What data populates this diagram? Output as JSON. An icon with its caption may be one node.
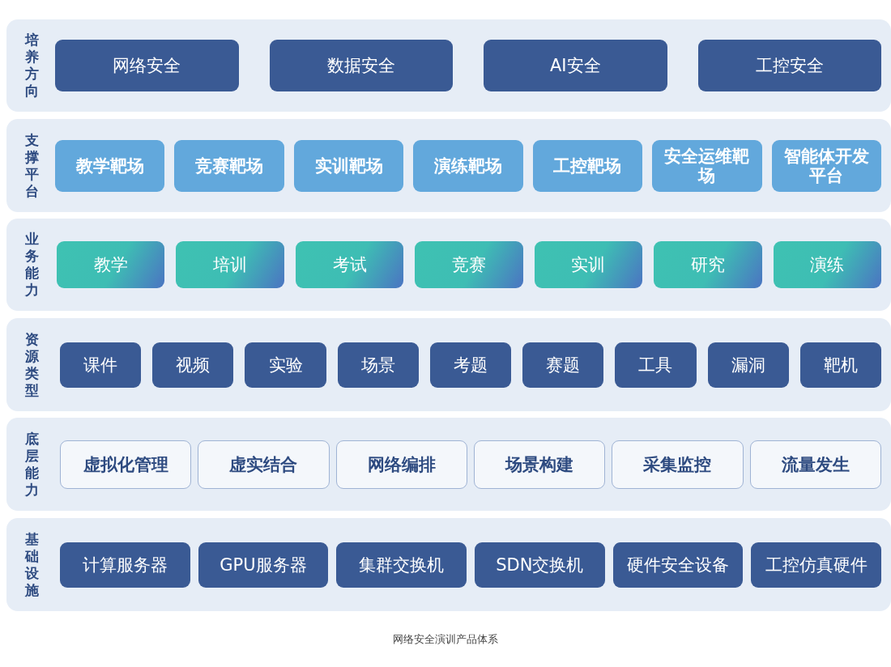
{
  "diagram": {
    "caption": "网络安全演训产品体系",
    "nodes": [
      {
        "text": [
          "培养方向"
        ]
      },
      {
        "text": [
          "网络安全"
        ],
        "in": 0
      },
      {
        "text": [
          "数据安全"
        ],
        "in": 0
      },
      {
        "text": [
          "AI安全"
        ],
        "in": 0
      },
      {
        "text": [
          "工控安全"
        ],
        "in": 0
      },
      {
        "text": [
          "支撑平台"
        ]
      },
      {
        "text": [
          "教学靶场"
        ],
        "in": 5
      },
      {
        "text": [
          "竞赛靶场"
        ],
        "in": 5
      },
      {
        "text": [
          "实训靶场"
        ],
        "in": 5
      },
      {
        "text": [
          "演练靶场"
        ],
        "in": 5
      },
      {
        "text": [
          "工控靶场"
        ],
        "in": 5
      },
      {
        "text": [
          "安全运维靶场"
        ],
        "in": 5
      },
      {
        "text": [
          "智能体开发平台"
        ],
        "in": 5
      },
      {
        "text": [
          "业务能力"
        ]
      },
      {
        "text": [
          "教学"
        ],
        "in": 13
      },
      {
        "text": [
          "培训"
        ],
        "in": 13
      },
      {
        "text": [
          "考试"
        ],
        "in": 13
      },
      {
        "text": [
          "竞赛"
        ],
        "in": 13
      },
      {
        "text": [
          "实训"
        ],
        "in": 13
      },
      {
        "text": [
          "研究"
        ],
        "in": 13
      },
      {
        "text": [
          "演练"
        ],
        "in": 13
      },
      {
        "text": [
          "资源类型"
        ]
      },
      {
        "text": [
          "课件"
        ],
        "in": 21
      },
      {
        "text": [
          "视频"
        ],
        "in": 21
      },
      {
        "text": [
          "实验"
        ],
        "in": 21
      },
      {
        "text": [
          "场景"
        ],
        "in": 21
      },
      {
        "text": [
          "考题"
        ],
        "in": 21
      },
      {
        "text": [
          "赛题"
        ],
        "in": 21
      },
      {
        "text": [
          "工具"
        ],
        "in": 21
      },
      {
        "text": [
          "漏洞"
        ],
        "in": 21
      },
      {
        "text": [
          "靶机"
        ],
        "in": 21
      },
      {
        "text": [
          "底层能力"
        ]
      },
      {
        "text": [
          "虚拟化管理"
        ],
        "in": 31
      },
      {
        "text": [
          "虚实结合"
        ],
        "in": 31
      },
      {
        "text": [
          "网络编排"
        ],
        "in": 31
      },
      {
        "text": [
          "场景构建"
        ],
        "in": 31
      },
      {
        "text": [
          "采集监控"
        ],
        "in": 31
      },
      {
        "text": [
          "流量发生"
        ],
        "in": 31
      },
      {
        "text": [
          "基础设施"
        ]
      },
      {
        "text": [
          "计算服务器"
        ],
        "in": 38
      },
      {
        "text": [
          "GPU服务器"
        ],
        "in": 38
      },
      {
        "text": [
          "集群交换机"
        ],
        "in": 38
      },
      {
        "text": [
          "SDN交换机"
        ],
        "in": 38
      },
      {
        "text": [
          "硬件安全设备"
        ],
        "in": 38
      },
      {
        "text": [
          "工控仿真硬件"
        ],
        "in": 38
      }
    ],
    "edges": []
  }
}
